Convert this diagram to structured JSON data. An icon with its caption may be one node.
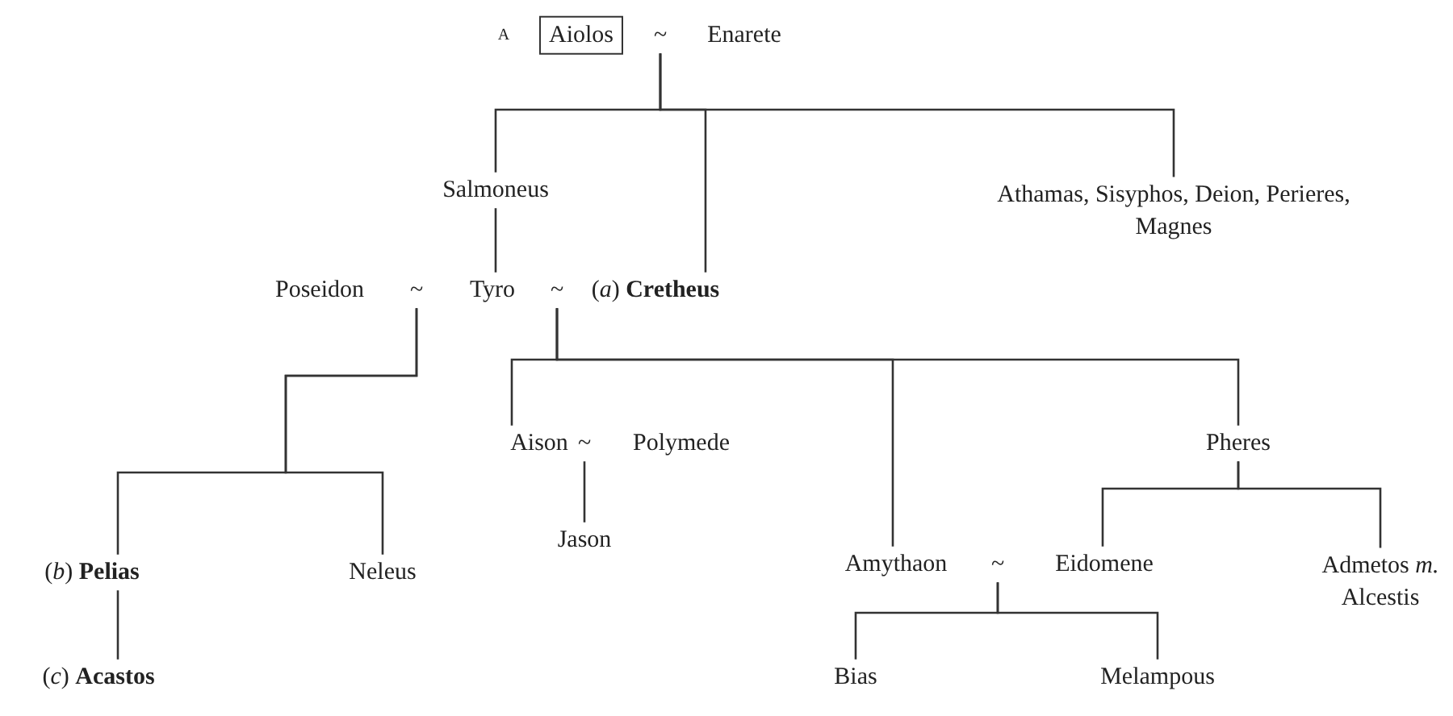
{
  "diagram": {
    "nodes": [
      {
        "text": [
          "Aiolos"
        ],
        "beside": [
          "A"
        ]
      },
      {
        "text": [
          "~"
        ]
      },
      {
        "text": [
          "Enarete"
        ]
      },
      {
        "text": [
          "Salmoneus"
        ]
      },
      {
        "text": [
          "Athamas, Sisyphos, Deion, Perieres, Magnes"
        ]
      },
      {
        "text": [
          "Poseidon"
        ]
      },
      {
        "text": [
          "~"
        ]
      },
      {
        "text": [
          "Tyro"
        ]
      },
      {
        "text": [
          "~"
        ]
      },
      {
        "text": [
          "(*a*) **Cretheus**"
        ]
      },
      {
        "text": [
          "Aison"
        ]
      },
      {
        "text": [
          "~"
        ]
      },
      {
        "text": [
          "Polymede"
        ]
      },
      {
        "text": [
          "Pheres"
        ]
      },
      {
        "text": [
          "(*b*) **Pelias**"
        ]
      },
      {
        "text": [
          "Neleus"
        ]
      },
      {
        "text": [
          "Jason"
        ]
      },
      {
        "text": [
          "Amythaon"
        ]
      },
      {
        "text": [
          "~"
        ]
      },
      {
        "text": [
          "Eidomene"
        ]
      },
      {
        "text": [
          "Admetos *m.* Alcestis"
        ]
      },
      {
        "text": [
          "(*c*) **Acastos**"
        ]
      },
      {
        "text": [
          "Bias"
        ]
      },
      {
        "text": [
          "Melampous"
        ]
      }
    ],
    "edges": [
      {
        "from": 1,
        "to": 3,
        "arrow": "none"
      },
      {
        "from": 1,
        "to": 9,
        "arrow": "none"
      },
      {
        "from": 1,
        "to": 4,
        "arrow": "none"
      },
      {
        "from": 3,
        "to": 7,
        "arrow": "none"
      },
      {
        "from": 6,
        "to": 14,
        "arrow": "none"
      },
      {
        "from": 6,
        "to": 15,
        "arrow": "none"
      },
      {
        "from": 8,
        "to": 10,
        "arrow": "none"
      },
      {
        "from": 8,
        "to": 17,
        "arrow": "none"
      },
      {
        "from": 8,
        "to": 13,
        "arrow": "none"
      },
      {
        "from": 11,
        "to": 16,
        "arrow": "none"
      },
      {
        "from": 13,
        "to": 19,
        "arrow": "none"
      },
      {
        "from": 13,
        "to": 20,
        "arrow": "none"
      },
      {
        "from": 14,
        "to": 21,
        "arrow": "none"
      },
      {
        "from": 18,
        "to": 22,
        "arrow": "none"
      },
      {
        "from": 18,
        "to": 23,
        "arrow": "none"
      }
    ]
  }
}
